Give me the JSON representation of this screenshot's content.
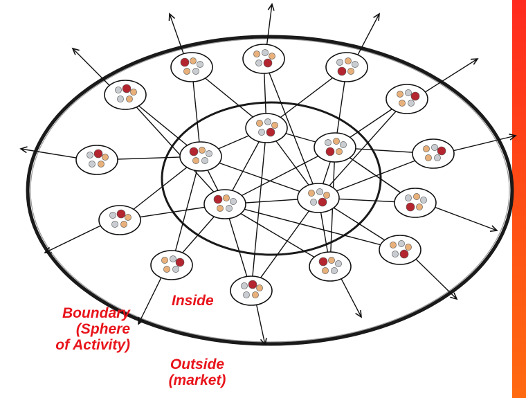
{
  "labels": {
    "inside": "Inside",
    "boundary_line1": "Boundary",
    "boundary_line2": "(Sphere",
    "boundary_line3": "of Activity)",
    "outside_line1": "Outside",
    "outside_line2": "(market)"
  },
  "colors": {
    "accent_label": "#e8141b",
    "side_bar": "#ff4a16",
    "outline": "#1a1a1a",
    "face_red": "#b3262f",
    "face_tan": "#e8b07a",
    "face_gray": "#c9cdd1"
  },
  "icons": [
    "arrow-icon",
    "person-face-icon"
  ]
}
